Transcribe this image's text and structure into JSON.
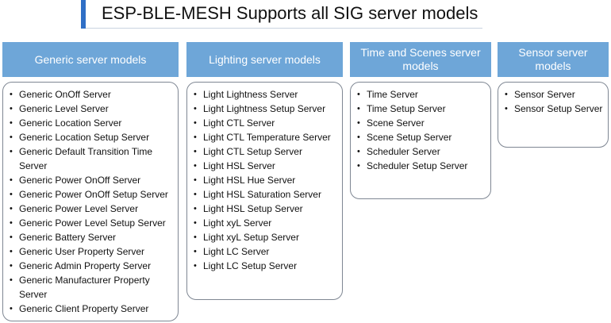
{
  "title": "ESP-BLE-MESH Supports all SIG server models",
  "columns": [
    {
      "header": "Generic server models",
      "items": [
        "Generic OnOff Server",
        "Generic Level Server",
        "Generic Location Server",
        "Generic Location Setup Server",
        "Generic Default Transition Time Server",
        "Generic Power OnOff Server",
        "Generic Power OnOff Setup Server",
        "Generic Power Level Server",
        "Generic Power Level Setup Server",
        "Generic Battery Server",
        "Generic User Property Server",
        "Generic Admin Property Server",
        "Generic Manufacturer Property Server",
        "Generic Client Property Server"
      ]
    },
    {
      "header": "Lighting server models",
      "items": [
        "Light Lightness Server",
        "Light Lightness Setup Server",
        "Light CTL Server",
        "Light CTL Temperature Server",
        "Light CTL Setup Server",
        "Light HSL Server",
        "Light HSL Hue Server",
        "Light HSL Saturation Server",
        "Light HSL Setup Server",
        "Light xyL Server",
        "Light xyL Setup Server",
        "Light LC Server",
        "Light LC Setup Server"
      ]
    },
    {
      "header": "Time and Scenes server models",
      "items": [
        "Time Server",
        "Time Setup Server",
        "Scene Server",
        "Scene Setup Server",
        "Scheduler Server",
        "Scheduler Setup Server"
      ]
    },
    {
      "header": "Sensor server models",
      "items": [
        "Sensor Server",
        "Sensor Setup Server"
      ]
    }
  ]
}
